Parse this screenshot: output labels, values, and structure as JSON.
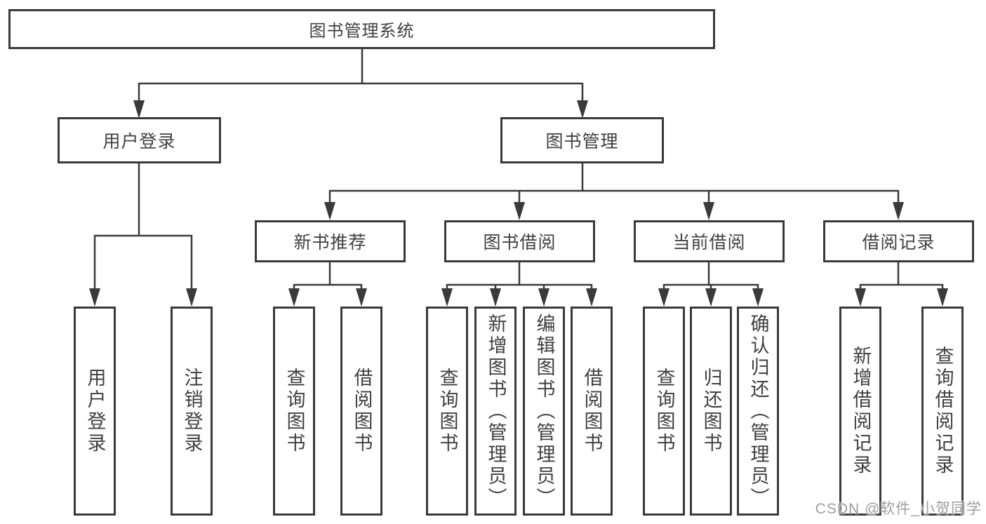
{
  "diagram": {
    "root": "图书管理系统",
    "level2": {
      "user_login": "用户登录",
      "book_mgmt": "图书管理"
    },
    "level3": {
      "new_books": "新书推荐",
      "borrowing": "图书借阅",
      "current": "当前借阅",
      "records": "借阅记录"
    },
    "leaves": {
      "user_login_1": "用户登录",
      "user_login_2": "注销登录",
      "new_books_1": "查询图书",
      "new_books_2": "借阅图书",
      "borrowing_1": "查询图书",
      "borrowing_2": "新增图书（管理员）",
      "borrowing_3": "编辑图书（管理员）",
      "borrowing_4": "借阅图书",
      "current_1": "查询图书",
      "current_2": "归还图书",
      "current_3": "确认归还（管理员）",
      "records_1": "新增借阅记录",
      "records_2": "查询借阅记录"
    }
  },
  "watermark": "CSDN @软件_小贺同学",
  "colors": {
    "line": "#3a3a3a",
    "text": "#404040",
    "background": "#ffffff",
    "watermark": "#9d9d9d"
  }
}
